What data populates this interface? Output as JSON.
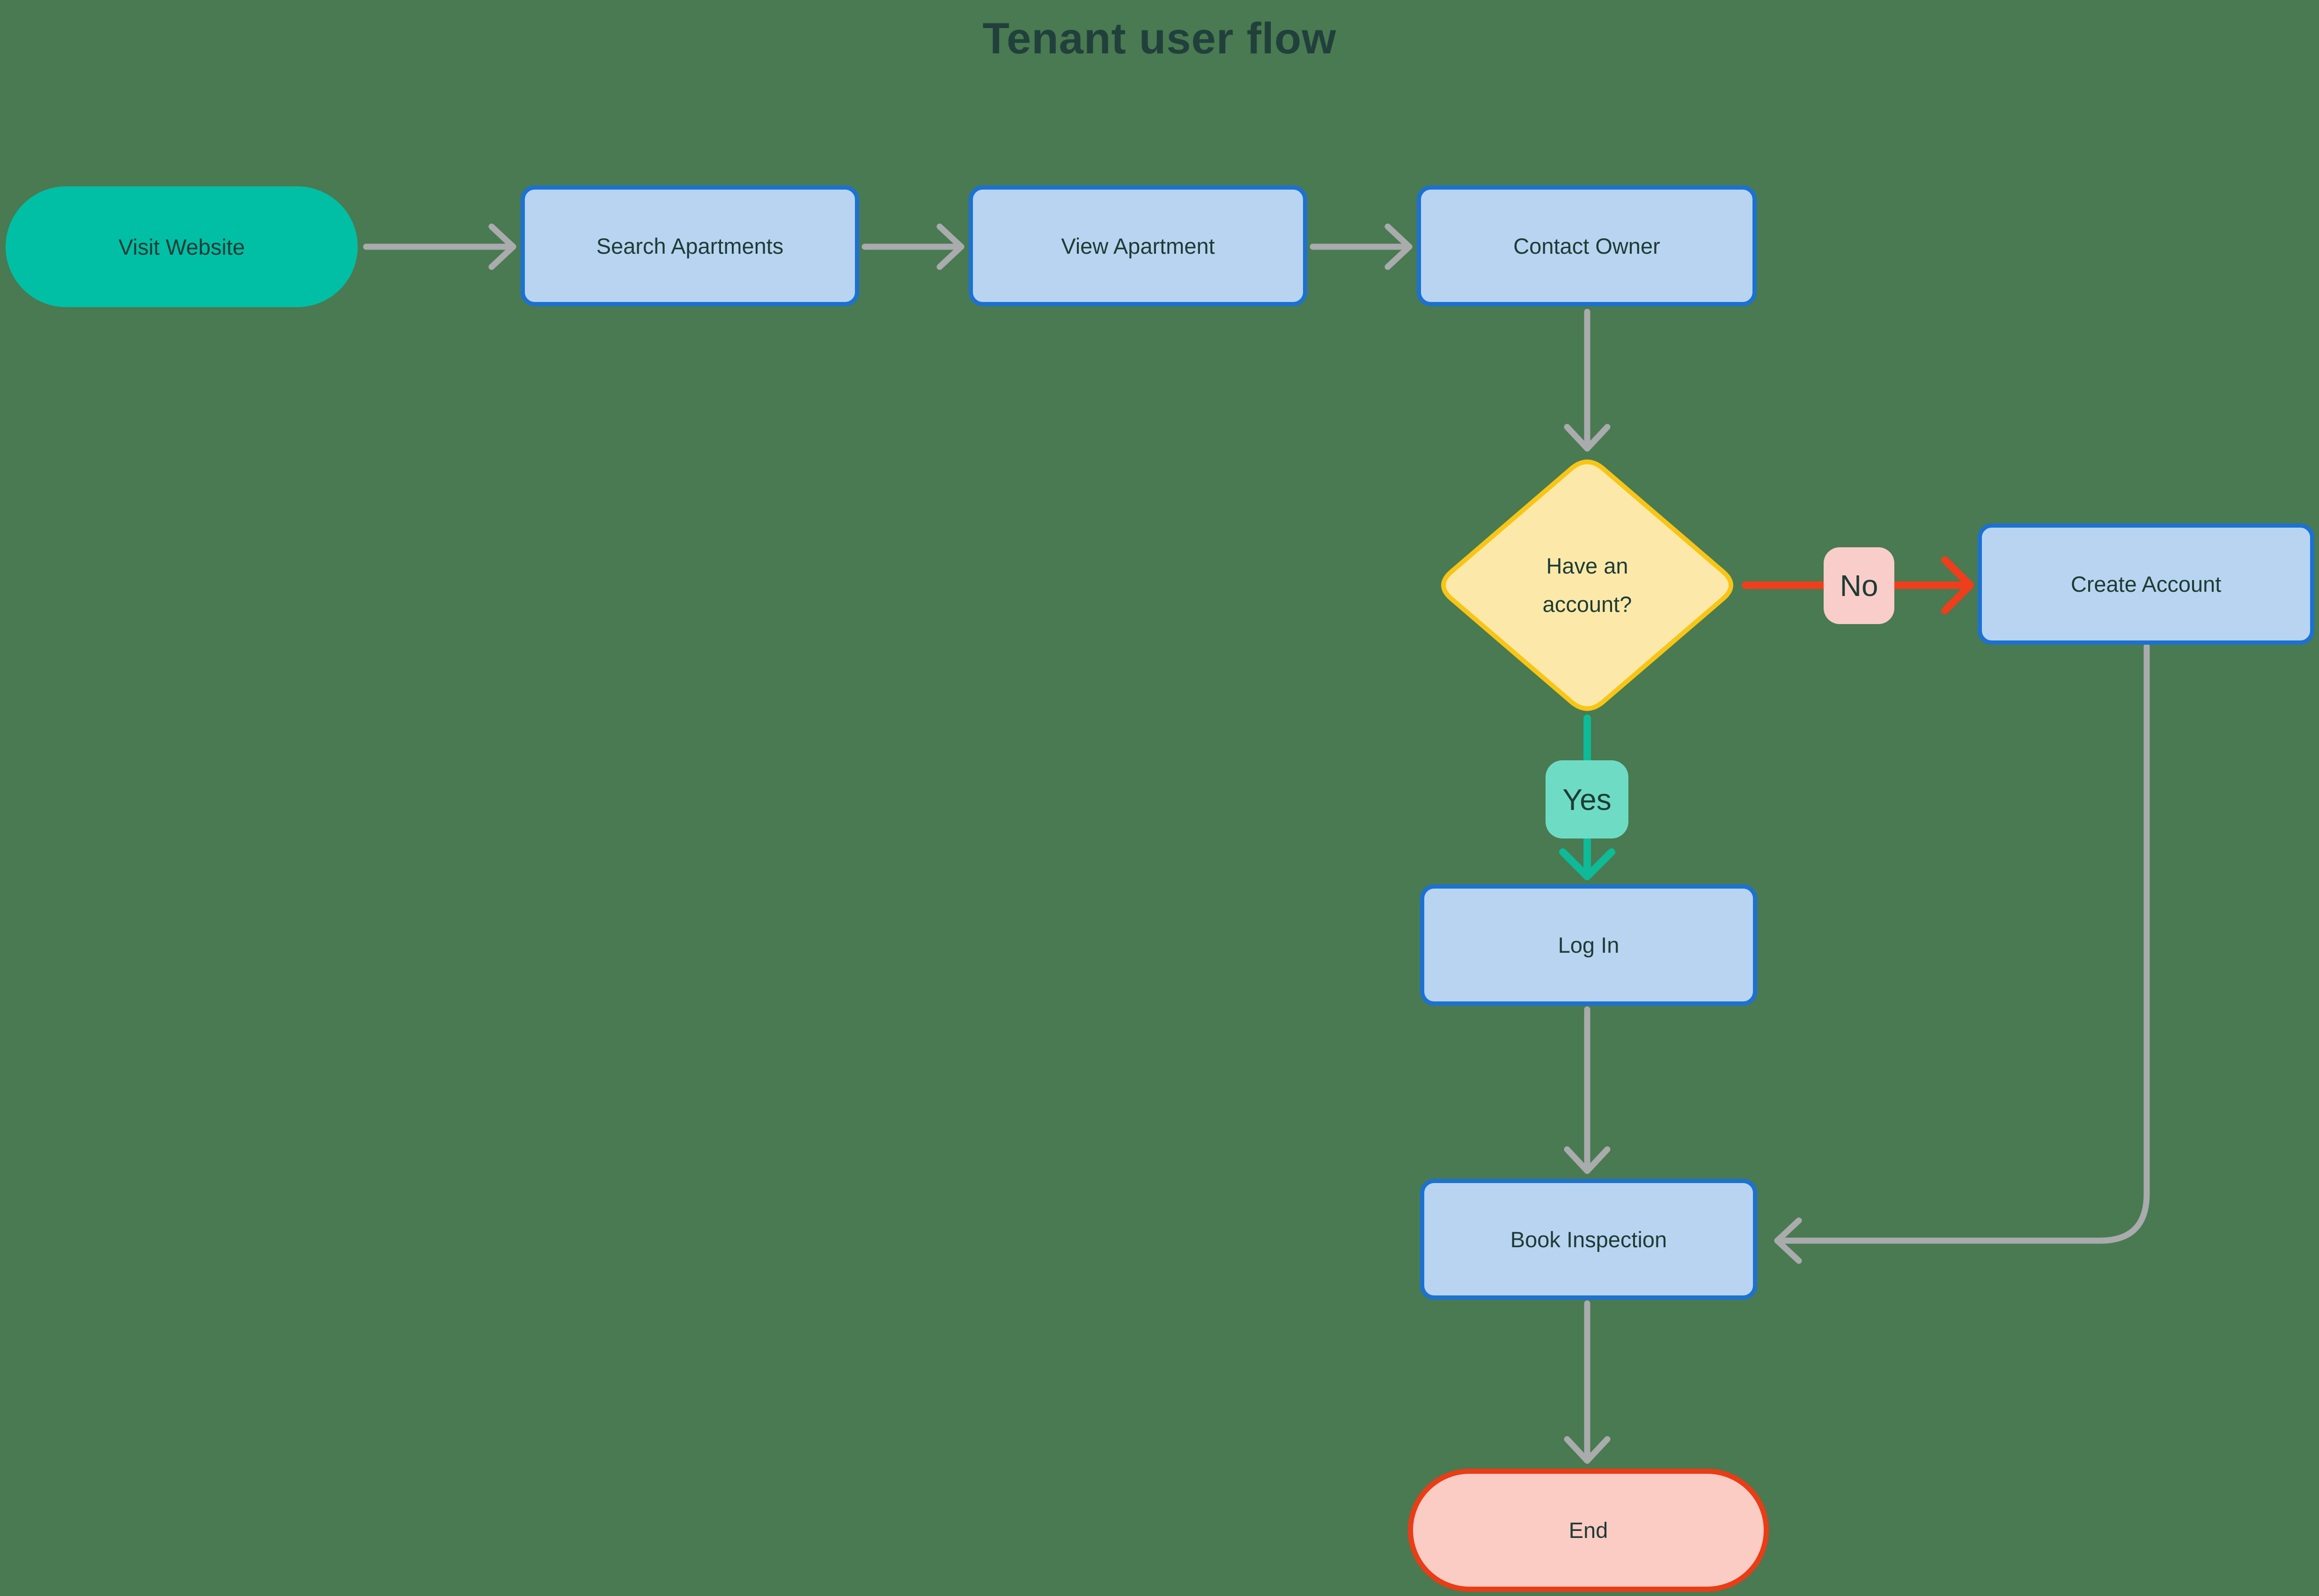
{
  "title": "Tenant user flow",
  "nodes": [
    {
      "id": "visit-website",
      "label": "Visit Website",
      "type": "start"
    },
    {
      "id": "search-apartments",
      "label": "Search Apartments",
      "type": "process"
    },
    {
      "id": "view-apartment",
      "label": "View Apartment",
      "type": "process"
    },
    {
      "id": "contact-owner",
      "label": "Contact Owner",
      "type": "process"
    },
    {
      "id": "have-an-account",
      "label": "Have an account?",
      "type": "decision"
    },
    {
      "id": "create-account",
      "label": "Create Account",
      "type": "process"
    },
    {
      "id": "log-in",
      "label": "Log In",
      "type": "process"
    },
    {
      "id": "book-inspection",
      "label": "Book Inspection",
      "type": "process"
    },
    {
      "id": "end",
      "label": "End",
      "type": "end"
    }
  ],
  "edge_labels": {
    "no": "No",
    "yes": "Yes"
  },
  "edges": [
    {
      "from": "visit-website",
      "to": "search-apartments",
      "color": "gray"
    },
    {
      "from": "search-apartments",
      "to": "view-apartment",
      "color": "gray"
    },
    {
      "from": "view-apartment",
      "to": "contact-owner",
      "color": "gray"
    },
    {
      "from": "contact-owner",
      "to": "have-an-account",
      "color": "gray"
    },
    {
      "from": "have-an-account",
      "to": "create-account",
      "label": "No",
      "color": "red"
    },
    {
      "from": "have-an-account",
      "to": "log-in",
      "label": "Yes",
      "color": "teal"
    },
    {
      "from": "log-in",
      "to": "book-inspection",
      "color": "gray"
    },
    {
      "from": "create-account",
      "to": "book-inspection",
      "color": "gray"
    },
    {
      "from": "book-inspection",
      "to": "end",
      "color": "gray"
    }
  ],
  "colors": {
    "background": "#497a51",
    "start_fill": "#00bfa5",
    "process_fill": "#b9d4f0",
    "process_border": "#1c71d1",
    "decision_fill": "#fce9a9",
    "decision_border": "#f8c517",
    "end_fill": "#fbccc4",
    "end_border": "#ea3c16",
    "no_label_fill": "#f9cdc9",
    "yes_label_fill": "#6edcc4",
    "arrow_gray": "#a9abad",
    "arrow_red": "#ee3e1c",
    "arrow_teal": "#0eba97",
    "text": "#1e3b35",
    "title_text": "#21403c"
  }
}
